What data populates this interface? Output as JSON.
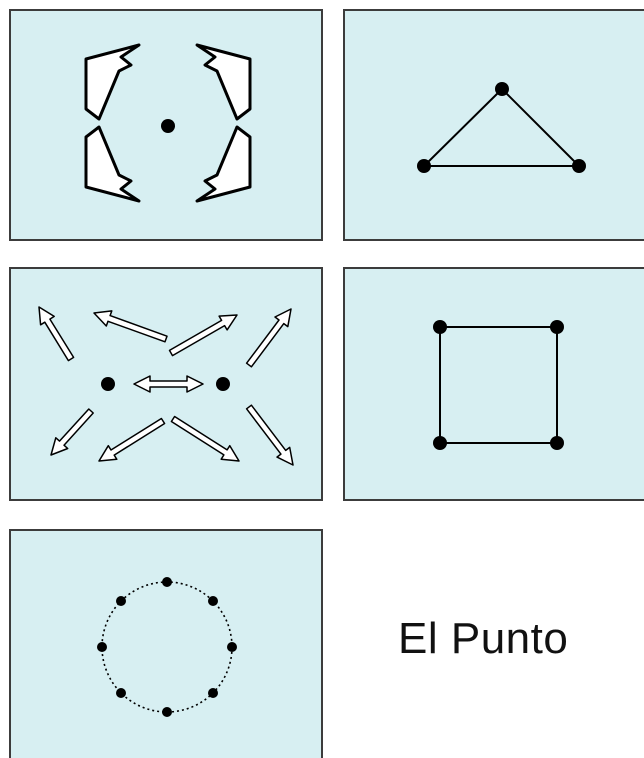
{
  "caption": "El Punto",
  "colors": {
    "panel_background": "#d7eff2",
    "panel_border": "#3c3c3c",
    "ink": "#000000",
    "arrow_fill": "#ffffff"
  },
  "panels": [
    {
      "figure": "single-point-with-four-inward-arrows"
    },
    {
      "figure": "triangle-of-three-points"
    },
    {
      "figure": "two-points-with-radiating-arrows"
    },
    {
      "figure": "square-of-four-points"
    },
    {
      "figure": "circle-of-eight-points"
    }
  ]
}
